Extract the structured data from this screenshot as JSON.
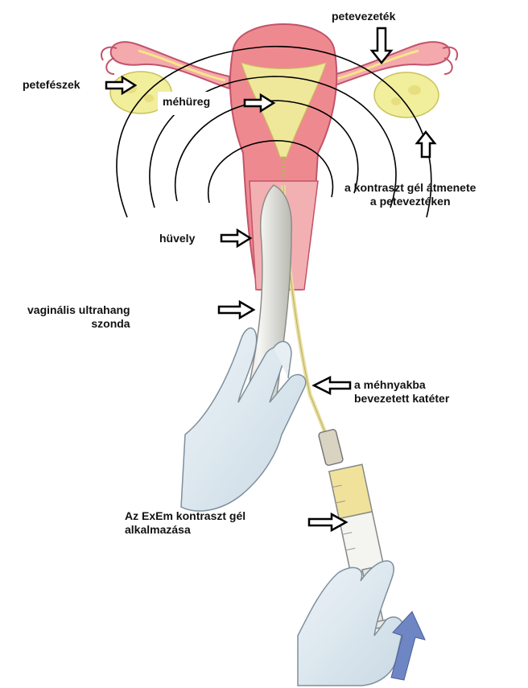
{
  "colors": {
    "uterus_wall": "#ee8a8f",
    "uterus_outline": "#c2536a",
    "cavity": "#efe89a",
    "tube": "#f4a9ad",
    "ovary": "#f1ee9c",
    "probe": "#eeeeea",
    "glove": "#dbe7ef",
    "plunger_arrow": "#6f86c4",
    "label_arrow_stroke": "#000000",
    "label_arrow_fill": "#ffffff"
  },
  "labels": {
    "petevezetek": "petevezeték",
    "petefeszek": "petefészek",
    "mehureg": "méhüreg",
    "kontraszt_line1": "a kontraszt gél átmenete",
    "kontraszt_line2": "a peteveztéken",
    "huvely": "hüvely",
    "szonda_line1": "vaginális ultrahang",
    "szonda_line2": "szonda",
    "kateter_line1": "a méhnyakba",
    "kateter_line2": "bevezetett katéter",
    "gel_line1": "Az ExEm kontraszt gél",
    "gel_line2": "alkalmazása"
  }
}
